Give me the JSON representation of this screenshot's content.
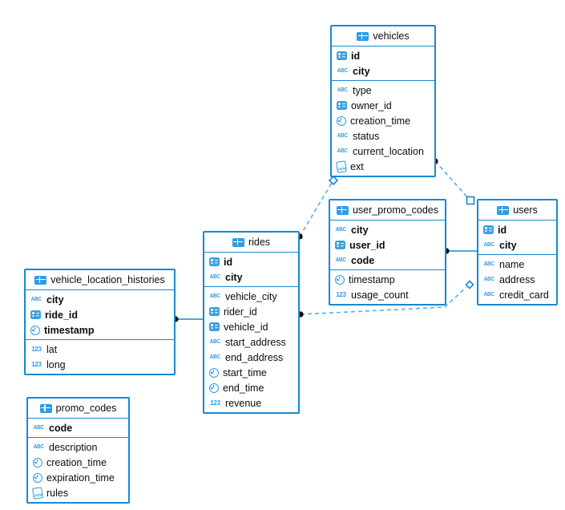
{
  "colors": {
    "table_border": "#1789d6",
    "icon_accent": "#2e9be6",
    "id_icon_fill": "#3f9fdd",
    "relation_solid": "#1789d6",
    "relation_dashed": "#57aee9",
    "endpoint_dot": "#000000",
    "background": "#ffffff"
  },
  "tables": [
    {
      "name": "vehicles",
      "key_fields": [
        {
          "name": "id",
          "icon": "id-card-icon"
        },
        {
          "name": "city",
          "icon": "abc-text-icon"
        }
      ],
      "fields": [
        {
          "name": "type",
          "icon": "abc-text-icon"
        },
        {
          "name": "owner_id",
          "icon": "id-card-icon"
        },
        {
          "name": "creation_time",
          "icon": "clock-icon"
        },
        {
          "name": "status",
          "icon": "abc-text-icon"
        },
        {
          "name": "current_location",
          "icon": "abc-text-icon"
        },
        {
          "name": "ext",
          "icon": "json-doc-icon"
        }
      ]
    },
    {
      "name": "user_promo_codes",
      "key_fields": [
        {
          "name": "city",
          "icon": "abc-text-icon"
        },
        {
          "name": "user_id",
          "icon": "id-card-icon"
        },
        {
          "name": "code",
          "icon": "abc-text-icon"
        }
      ],
      "fields": [
        {
          "name": "timestamp",
          "icon": "clock-icon"
        },
        {
          "name": "usage_count",
          "icon": "number-123-icon"
        }
      ]
    },
    {
      "name": "users",
      "key_fields": [
        {
          "name": "id",
          "icon": "id-card-icon"
        },
        {
          "name": "city",
          "icon": "abc-text-icon"
        }
      ],
      "fields": [
        {
          "name": "name",
          "icon": "abc-text-icon"
        },
        {
          "name": "address",
          "icon": "abc-text-icon"
        },
        {
          "name": "credit_card",
          "icon": "abc-text-icon"
        }
      ]
    },
    {
      "name": "rides",
      "key_fields": [
        {
          "name": "id",
          "icon": "id-card-icon"
        },
        {
          "name": "city",
          "icon": "abc-text-icon"
        }
      ],
      "fields": [
        {
          "name": "vehicle_city",
          "icon": "abc-text-icon"
        },
        {
          "name": "rider_id",
          "icon": "id-card-icon"
        },
        {
          "name": "vehicle_id",
          "icon": "id-card-icon"
        },
        {
          "name": "start_address",
          "icon": "abc-text-icon"
        },
        {
          "name": "end_address",
          "icon": "abc-text-icon"
        },
        {
          "name": "start_time",
          "icon": "clock-icon"
        },
        {
          "name": "end_time",
          "icon": "clock-icon"
        },
        {
          "name": "revenue",
          "icon": "number-123-icon"
        }
      ]
    },
    {
      "name": "vehicle_location_histories",
      "key_fields": [
        {
          "name": "city",
          "icon": "abc-text-icon"
        },
        {
          "name": "ride_id",
          "icon": "id-card-icon"
        },
        {
          "name": "timestamp",
          "icon": "clock-icon"
        }
      ],
      "fields": [
        {
          "name": "lat",
          "icon": "number-123-icon"
        },
        {
          "name": "long",
          "icon": "number-123-icon"
        }
      ]
    },
    {
      "name": "promo_codes",
      "key_fields": [
        {
          "name": "code",
          "icon": "abc-text-icon"
        }
      ],
      "fields": [
        {
          "name": "description",
          "icon": "abc-text-icon"
        },
        {
          "name": "creation_time",
          "icon": "clock-icon"
        },
        {
          "name": "expiration_time",
          "icon": "clock-icon"
        },
        {
          "name": "rules",
          "icon": "json-doc-icon"
        }
      ]
    }
  ],
  "relations": [
    {
      "from": "vehicle_location_histories",
      "to": "rides",
      "style": "solid"
    },
    {
      "from": "user_promo_codes",
      "to": "users",
      "style": "solid"
    },
    {
      "from": "rides",
      "to": "vehicles",
      "style": "dashed"
    },
    {
      "from": "vehicles",
      "to": "users",
      "style": "dashed"
    },
    {
      "from": "rides",
      "to": "users",
      "style": "dashed"
    }
  ]
}
